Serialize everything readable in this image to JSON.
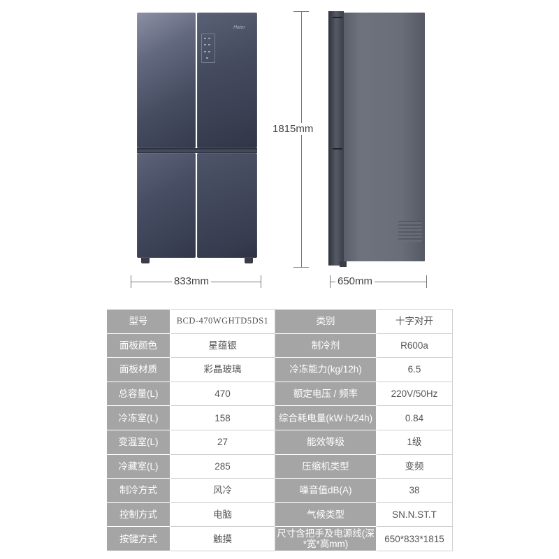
{
  "dimensions": {
    "height": "1815mm",
    "width": "833mm",
    "depth": "650mm"
  },
  "front_brand": "Haier",
  "specs": [
    {
      "label1": "型号",
      "value1": "BCD-470WGHTD5DS1",
      "label2": "类别",
      "value2": "十字对开"
    },
    {
      "label1": "面板颜色",
      "value1": "星蕴银",
      "label2": "制冷剂",
      "value2": "R600a"
    },
    {
      "label1": "面板材质",
      "value1": "彩晶玻璃",
      "label2": "冷冻能力(kg/12h)",
      "value2": "6.5"
    },
    {
      "label1": "总容量(L)",
      "value1": "470",
      "label2": "额定电压 / 频率",
      "value2": "220V/50Hz"
    },
    {
      "label1": "冷冻室(L)",
      "value1": "158",
      "label2": "综合耗电量(kW·h/24h)",
      "value2": "0.84"
    },
    {
      "label1": "变温室(L)",
      "value1": "27",
      "label2": "能效等级",
      "value2": "1级"
    },
    {
      "label1": "冷藏室(L)",
      "value1": "285",
      "label2": "压缩机类型",
      "value2": "变频"
    },
    {
      "label1": "制冷方式",
      "value1": "风冷",
      "label2": "噪音值dB(A)",
      "value2": "38"
    },
    {
      "label1": "控制方式",
      "value1": "电脑",
      "label2": "气候类型",
      "value2": "SN.N.ST.T"
    },
    {
      "label1": "按键方式",
      "value1": "触摸",
      "label2": "尺寸含把手及电源线(深*宽*高mm)",
      "value2": "650*833*1815"
    }
  ]
}
